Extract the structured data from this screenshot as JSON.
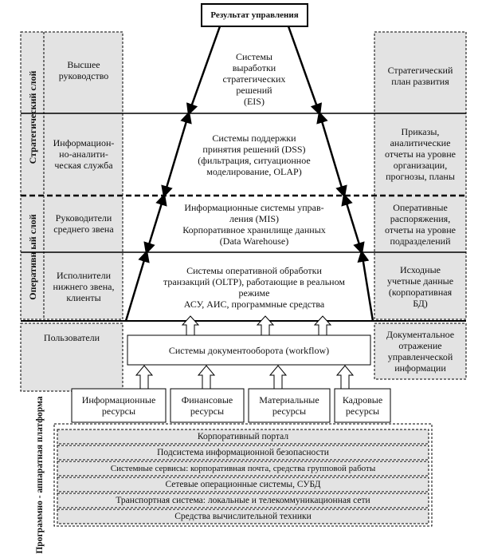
{
  "top_title": "Результат управления",
  "side_layers": {
    "strategic": "Стратегический слой",
    "operational": "Оперативн ый слой",
    "platform": "Программно - аппаратная платформа"
  },
  "left_column": [
    "Высшее\nруководство",
    "Информацион-\nно-аналити-\nческая служба",
    "Руководители\nсреднего звена",
    "Исполнители\nнижнего звена,\nклиенты",
    "Пользователи"
  ],
  "pyramid": [
    "Системы\nвыработки\nстратегических\nрешений\n(EIS)",
    "Системы поддержки\nпринятия решений (DSS)\n(фильтрация, ситуационное\nмоделирование, OLAP)",
    "Информационные системы управ-\nления (MIS)\nКорпоративное хранилище данных\n(Data Warehouse)",
    "Системы оперативной обработки\nтранзакций (OLTP), работающие в реальном\nрежиме\nАСУ, АИС, программные средства"
  ],
  "right_column": [
    "Стратегический\nплан развития",
    "Приказы,\nаналитические\nотчеты на уровне\nорганизации,\nпрогнозы, планы",
    "Оперативные\nраспоряжения,\nотчеты на уровне\nподразделений",
    "Исходные\nучетные данные\n(корпоративная\nБД)",
    "Документальное\nотражение\nуправленческой\nинформации"
  ],
  "workflow": "Системы документооборота (workflow)",
  "resources": [
    "Информационные\nресурсы",
    "Финансовые\nресурсы",
    "Материальные\nресурсы",
    "Кадровые\nресурсы"
  ],
  "platform_rows": [
    "Корпоративный портал",
    "Подсистема информационной безопасности",
    "Системные сервисы: корпоративная почта, средства групповой работы",
    "Сетевые операционные системы, СУБД",
    "Транспортная система: локальные и телекоммуникационная сети",
    "Средства вычислительной техники"
  ],
  "colors": {
    "panel_fill": "#e3e3e3",
    "line": "#000000",
    "background": "#ffffff"
  }
}
